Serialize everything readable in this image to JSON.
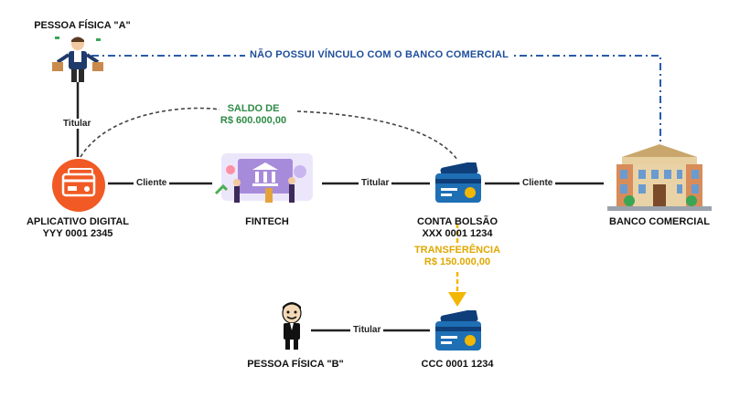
{
  "nodes": {
    "person_a": "PESSOA  FÍSICA \"A\"",
    "app_line1": "APLICATIVO DIGITAL",
    "app_line2": "YYY 0001 2345",
    "fintech": "FINTECH",
    "conta_line1": "CONTA BOLSÃO",
    "conta_line2": "XXX 0001 1234",
    "bank": "BANCO COMERCIAL",
    "person_b": "PESSOA  FÍSICA \"B\"",
    "ccc": "CCC 0001 1234"
  },
  "edges": {
    "titular_a_app": "Titular",
    "app_fintech": "Cliente",
    "fintech_conta": "Titular",
    "conta_bank": "Cliente",
    "person_b_ccc": "Titular"
  },
  "notes": {
    "saldo_line1": "SALDO DE",
    "saldo_line2": "R$ 600.000,00",
    "transfer_line1": "TRANSFERÊNCIA",
    "transfer_line2": "R$ 150.000,00",
    "no_link": "NÃO POSSUI VÍNCULO COM O BANCO COMERCIAL"
  },
  "colors": {
    "app_orange": "#f15a24",
    "card_blue": "#1f6fb5",
    "dash_blue": "#2a5caa",
    "saldo_green": "#2e8b45",
    "transfer_yellow": "#f2b705",
    "line_dark": "#222222"
  }
}
